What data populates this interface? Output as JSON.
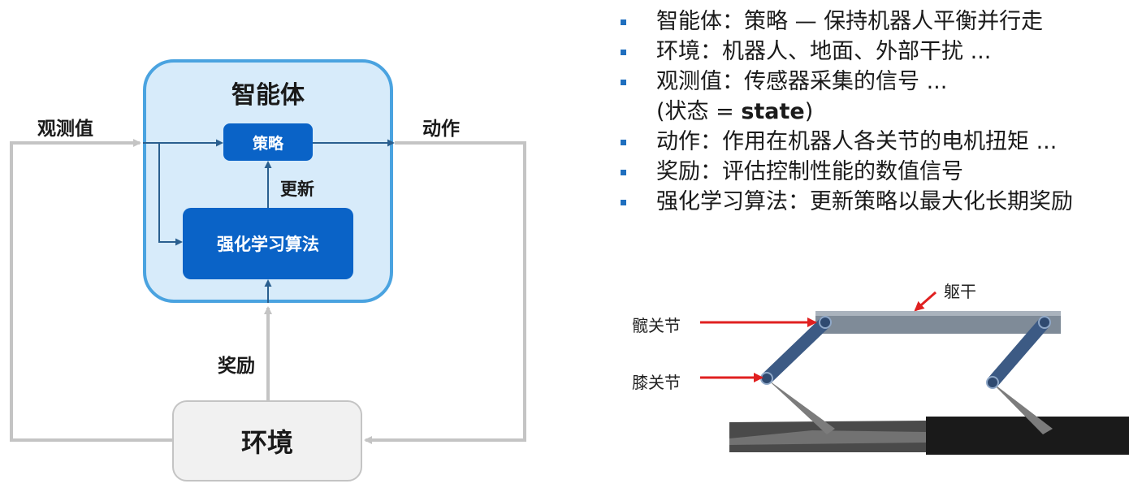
{
  "diagram": {
    "agent_title": "智能体",
    "policy_label": "策略",
    "update_label": "更新",
    "rl_label": "强化学习算法",
    "environment_label": "环境",
    "observation_label": "观测值",
    "action_label": "动作",
    "reward_label": "奖励"
  },
  "bullets": [
    "智能体：策略 — 保持机器人平衡并行走",
    "环境：机器人、地面、外部干扰 ...",
    "观测值：传感器采集的信号 ...",
    "(状态 = ",
    "动作：作用在机器人各关节的电机扭矩 ...",
    "奖励：评估控制性能的数值信号",
    "强化学习算法：更新策略以最大化长期奖励"
  ],
  "bullet_state_bold": "state",
  "bullet_state_close": ")",
  "robot": {
    "torso_label": "躯干",
    "hip_label": "髋关节",
    "knee_label": "膝关节"
  },
  "colors": {
    "agent_border": "#4aa3e0",
    "agent_fill": "#d7ebfa",
    "block_blue": "#0a63c7",
    "arrow_blue": "#2a5f8f",
    "flow_gray": "#c4c4c4",
    "bullet_mark": "#1f6fbf",
    "pointer_red": "#e02020"
  }
}
